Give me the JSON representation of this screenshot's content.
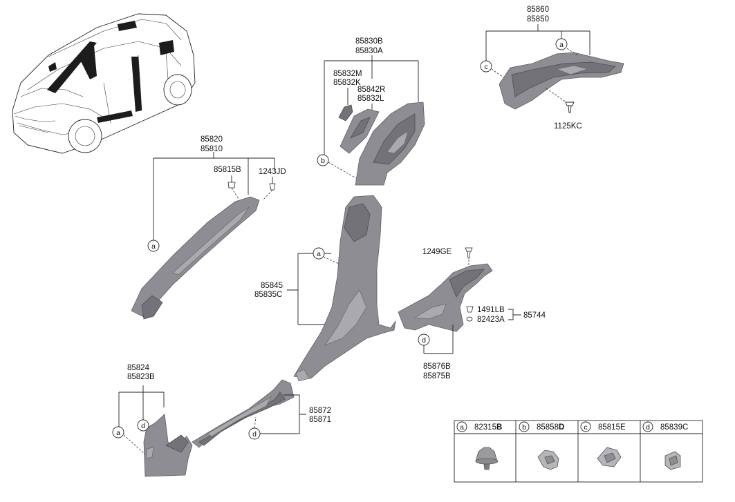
{
  "labels": {
    "p85860": "85860",
    "p85850": "85850",
    "p1125KC": "1125KC",
    "p85830B": "85830B",
    "p85830A": "85830A",
    "p85832M": "85832M",
    "p85832K": "85832K",
    "p85842R": "85842R",
    "p85832L": "85832L",
    "p85820": "85820",
    "p85810": "85810",
    "p85815B": "85815B",
    "p1243JD": "1243JD",
    "p85845": "85845",
    "p85835C": "85835C",
    "p1249GE": "1249GE",
    "p1491LB": "1491LB",
    "p82423A": "82423A",
    "p85744": "85744",
    "p85876B": "85876B",
    "p85875B": "85875B",
    "p85824": "85824",
    "p85823B": "85823B",
    "p85872": "85872",
    "p85871": "85871"
  },
  "callouts": {
    "a": "a",
    "b": "b",
    "c": "c",
    "d": "d"
  },
  "legend": {
    "items": [
      {
        "letter": "a",
        "part_prefix": "82315",
        "part_bold": "B"
      },
      {
        "letter": "b",
        "part_prefix": "85858",
        "part_bold": "D"
      },
      {
        "letter": "c",
        "part_prefix": "85815E",
        "part_bold": ""
      },
      {
        "letter": "d",
        "part_prefix": "85839C",
        "part_bold": ""
      }
    ]
  }
}
